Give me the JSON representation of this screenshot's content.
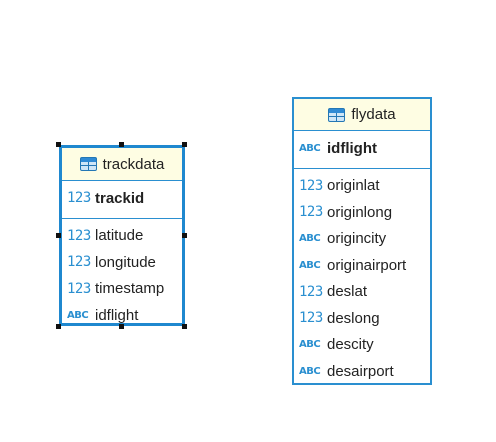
{
  "entities": {
    "trackdata": {
      "name": "trackdata",
      "primary_key": {
        "type": "123",
        "name": "trackid"
      },
      "attributes": [
        {
          "type": "123",
          "name": "latitude"
        },
        {
          "type": "123",
          "name": "longitude"
        },
        {
          "type": "123",
          "name": "timestamp"
        },
        {
          "type": "ABC",
          "name": "idflight"
        }
      ]
    },
    "flydata": {
      "name": "flydata",
      "primary_key": {
        "type": "ABC",
        "name": "idflight"
      },
      "attributes": [
        {
          "type": "123",
          "name": "originlat"
        },
        {
          "type": "123",
          "name": "originlong"
        },
        {
          "type": "ABC",
          "name": "origincity"
        },
        {
          "type": "ABC",
          "name": "originairport"
        },
        {
          "type": "123",
          "name": "deslat"
        },
        {
          "type": "123",
          "name": "deslong"
        },
        {
          "type": "ABC",
          "name": "descity"
        },
        {
          "type": "ABC",
          "name": "desairport"
        }
      ]
    }
  },
  "selected_entity": "trackdata",
  "colors": {
    "border": "#2a8fd0",
    "header_bg": "#fefde3",
    "type_icon": "#2a8fd0"
  },
  "icons": {
    "table": "table-icon",
    "numeric_type": "numeric-type-icon",
    "string_type": "string-type-icon"
  }
}
